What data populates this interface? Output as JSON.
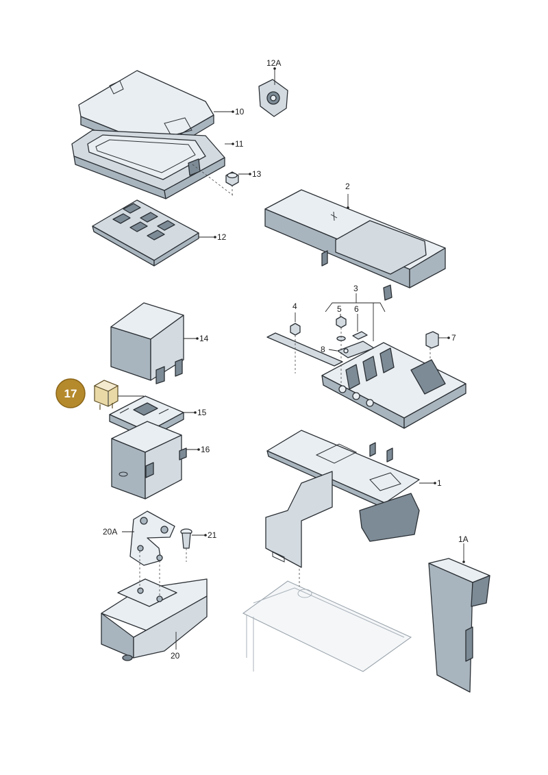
{
  "diagram": {
    "highlight": {
      "label": "17",
      "color": "#b58a2c"
    },
    "callouts": [
      {
        "id": "12A",
        "label": "12A"
      },
      {
        "id": "10",
        "label": "10"
      },
      {
        "id": "11",
        "label": "11"
      },
      {
        "id": "13",
        "label": "13"
      },
      {
        "id": "12",
        "label": "12"
      },
      {
        "id": "2",
        "label": "2"
      },
      {
        "id": "3",
        "label": "3"
      },
      {
        "id": "4",
        "label": "4"
      },
      {
        "id": "5",
        "label": "5"
      },
      {
        "id": "6",
        "label": "6"
      },
      {
        "id": "7",
        "label": "7"
      },
      {
        "id": "8",
        "label": "8"
      },
      {
        "id": "14",
        "label": "14"
      },
      {
        "id": "15",
        "label": "15"
      },
      {
        "id": "16",
        "label": "16"
      },
      {
        "id": "1",
        "label": "1"
      },
      {
        "id": "20A",
        "label": "20A"
      },
      {
        "id": "21",
        "label": "21"
      },
      {
        "id": "1A",
        "label": "1A"
      },
      {
        "id": "20",
        "label": "20"
      }
    ]
  }
}
